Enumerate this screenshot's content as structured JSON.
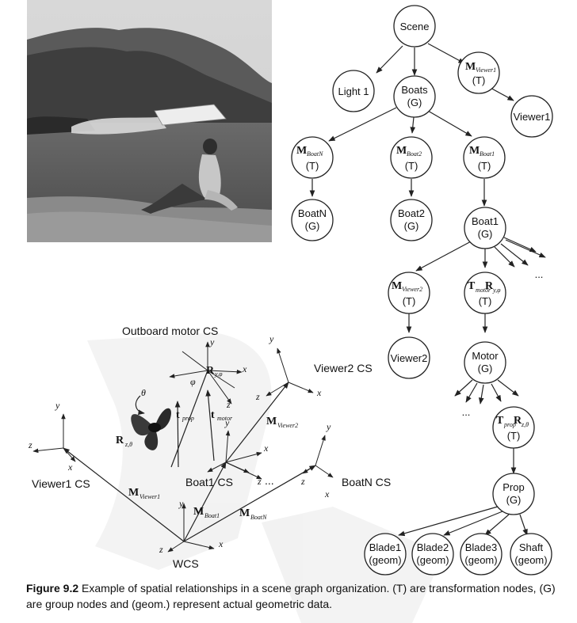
{
  "nodes": {
    "scene": "Scene",
    "light1": "Light 1",
    "boats": [
      "Boats",
      "(G)"
    ],
    "m_viewer1": [
      "M",
      "Viewer1",
      "(T)"
    ],
    "viewer1": "Viewer1",
    "m_boatN": [
      "M",
      "BoatN",
      "(T)"
    ],
    "m_boat2": [
      "M",
      "Boat2",
      "(T)"
    ],
    "m_boat1": [
      "M",
      "Boat1",
      "(T)"
    ],
    "boatN": [
      "BoatN",
      "(G)"
    ],
    "boat2": [
      "Boat2",
      "(G)"
    ],
    "boat1": [
      "Boat1",
      "(G)"
    ],
    "m_viewer2": [
      "M",
      "Viewer2",
      "(T)"
    ],
    "t_motor": [
      "T",
      "motor",
      "R",
      "y,φ",
      "(T)"
    ],
    "viewer2": "Viewer2",
    "motor": [
      "Motor",
      "(G)"
    ],
    "t_prop": [
      "T",
      "prop",
      "R",
      "z,θ",
      "(T)"
    ],
    "prop": [
      "Prop",
      "(G)"
    ],
    "blade1": [
      "Blade1",
      "(geom)"
    ],
    "blade2": [
      "Blade2",
      "(geom)"
    ],
    "blade3": [
      "Blade3",
      "(geom)"
    ],
    "shaft": [
      "Shaft",
      "(geom)"
    ],
    "ellipsis": "..."
  },
  "frames": {
    "outboard": "Outboard motor CS",
    "viewer2cs": "Viewer2 CS",
    "viewer1cs": "Viewer1 CS",
    "boat1cs": "Boat1 CS",
    "boatNcs": "BoatN CS",
    "wcs": "WCS",
    "x": "x",
    "y": "y",
    "z": "z",
    "theta": "θ",
    "phi": "φ",
    "M": "M",
    "R": "R",
    "t": "t",
    "sub_viewer1": "Viewer1",
    "sub_viewer2": "Viewer2",
    "sub_boat1": "Boat1",
    "sub_boatN": "BoatN",
    "sub_prop": "prop",
    "sub_motor": "motor",
    "sub_yphi": "y,φ",
    "sub_ztheta": "z,θ",
    "dots": "..."
  },
  "caption": {
    "figure": "Figure 9.2",
    "text": " Example of spatial relationships in a scene graph organization. (T) are transformation nodes, (G) are group nodes and (geom.) represent actual geometric data."
  }
}
